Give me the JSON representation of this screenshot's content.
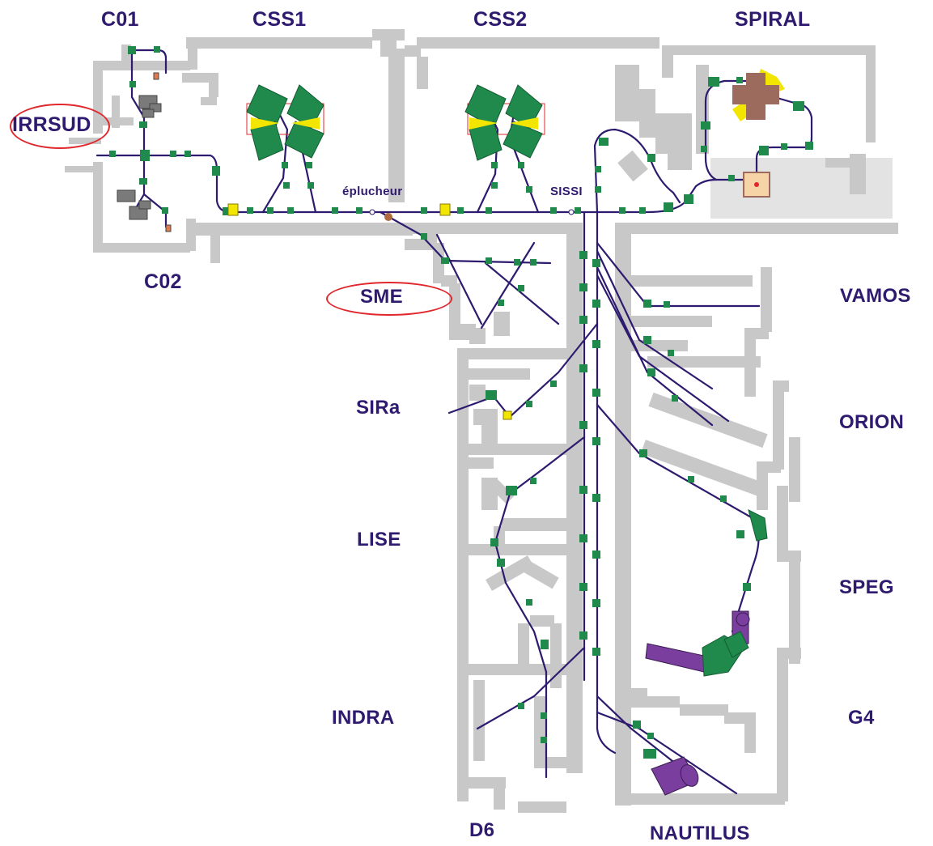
{
  "labels": {
    "c01": "C01",
    "css1": "CSS1",
    "css2": "CSS2",
    "spiral": "SPIRAL",
    "irrsud": "IRRSUD",
    "c02": "C02",
    "eplucheur": "éplucheur",
    "sissi": "SISSI",
    "sme": "SME",
    "vamos": "VAMOS",
    "sira": "SIRa",
    "orion": "ORION",
    "lise": "LISE",
    "speg": "SPEG",
    "indra": "INDRA",
    "g4": "G4",
    "d6": "D6",
    "nautilus": "NAUTILUS"
  },
  "highlighted": [
    "IRRSUD",
    "SME"
  ],
  "colors": {
    "walls": "#c8c8c8",
    "beamline": "#2e1a6e",
    "magnet": "#1f8a4c",
    "magnet_yellow": "#f2e600",
    "label_text": "#2e1a6e",
    "highlight_ring": "#e0282c",
    "spectrometer": "#7a3f9e",
    "spiral_cross": "#9c6b5e"
  }
}
